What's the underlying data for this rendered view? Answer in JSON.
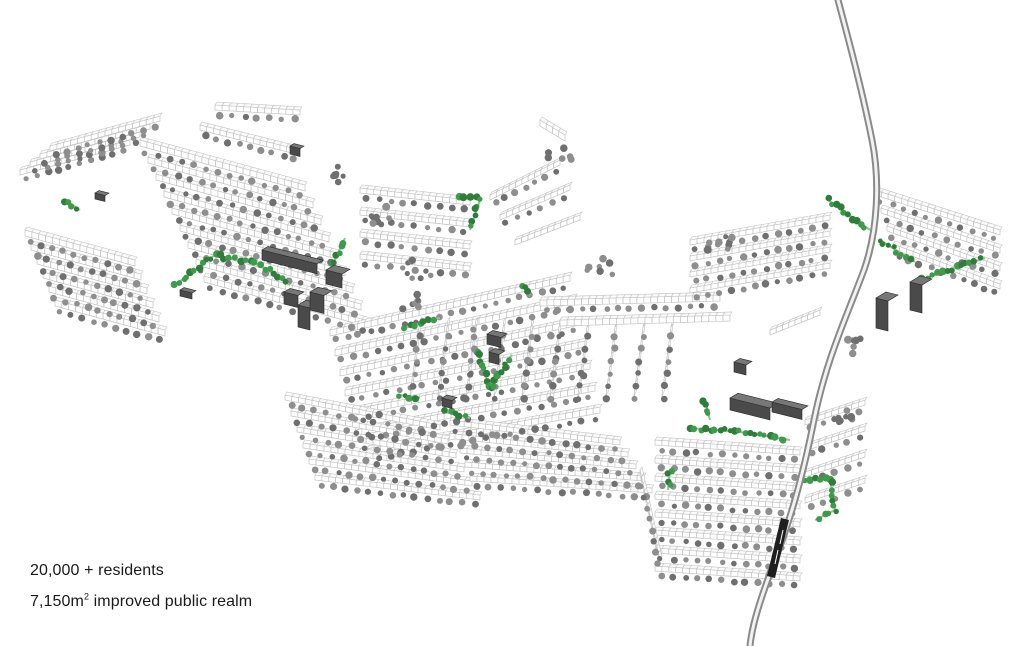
{
  "stats": {
    "residents": "20,000 + residents",
    "public_realm_value": "7,150m",
    "public_realm_sup": "2",
    "public_realm_suffix": " improved public realm"
  },
  "colors": {
    "building_outline": "#c4c4c4",
    "tree": "#8e8e8e",
    "tree_dark": "#6f6f6f",
    "green_tree": "#3f9a4b",
    "green_light": "#86c98b",
    "dark_building": "#4a4a4a",
    "rail": "#8a8a8a",
    "train": "#1e1e1e"
  },
  "icons": [
    "tree-icon",
    "green-tree-icon",
    "dark-building-icon",
    "train-icon"
  ]
}
